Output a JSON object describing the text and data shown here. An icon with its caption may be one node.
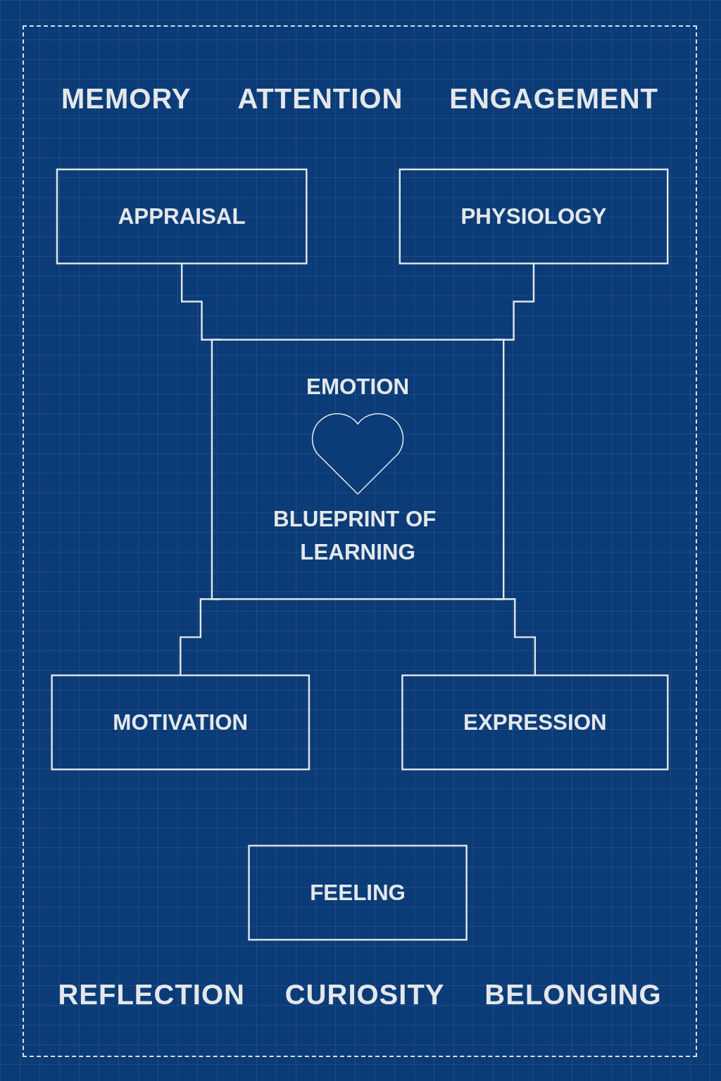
{
  "diagram": {
    "nodes": [
      {
        "text": [
          "APPRAISAL"
        ]
      },
      {
        "text": [
          "PHYSIOLOGY"
        ]
      },
      {
        "text": [
          "EMOTION",
          "BLUEPRINT OF LEARNING"
        ]
      },
      {
        "text": [
          "MOTIVATION"
        ]
      },
      {
        "text": [
          "EXPRESSION"
        ]
      },
      {
        "text": [
          "FEELING"
        ]
      }
    ],
    "edges": [
      {
        "from": 0,
        "to": 2,
        "arrow": "none"
      },
      {
        "from": 1,
        "to": 2,
        "arrow": "none"
      },
      {
        "from": 2,
        "to": 3,
        "arrow": "none"
      },
      {
        "from": 2,
        "to": 4,
        "arrow": "none"
      }
    ],
    "labels": [
      "MEMORY",
      "ATTENTION",
      "ENGAGEMENT",
      "REFLECTION",
      "CURIOSITY",
      "BELONGING"
    ]
  }
}
